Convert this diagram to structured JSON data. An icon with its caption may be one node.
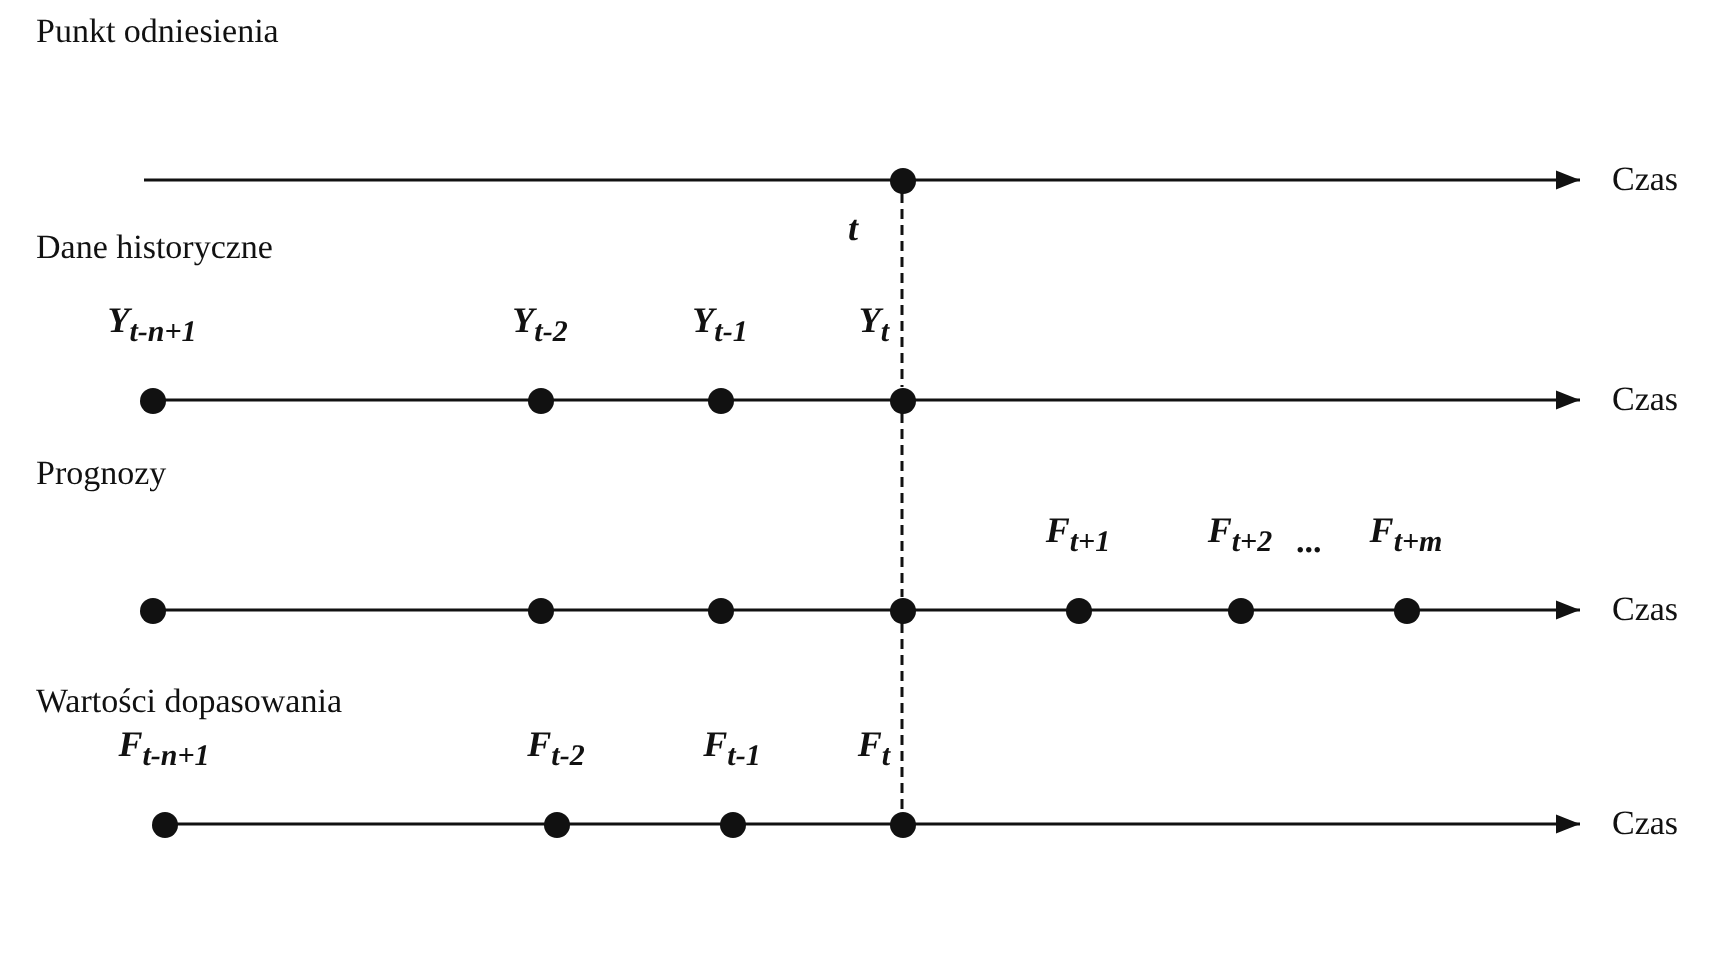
{
  "diagram": {
    "nodes": [
      {
        "text": [],
        "shape": "circle",
        "beside": [
          "t"
        ]
      },
      {
        "text": [
          "Y$_{t-n+1}$"
        ]
      },
      {
        "text": [
          "Y$_{t-2}$"
        ]
      },
      {
        "text": [
          "Y$_{t-1}$"
        ]
      },
      {
        "text": [
          "Y$_{t}$"
        ]
      },
      {
        "text": [],
        "shape": "circle"
      },
      {
        "text": [],
        "shape": "circle"
      },
      {
        "text": [],
        "shape": "circle"
      },
      {
        "text": [],
        "shape": "circle"
      },
      {
        "text": [
          "F$_{t+1}$"
        ]
      },
      {
        "text": [
          "F$_{t+2}$"
        ]
      },
      {
        "text": [
          "F$_{t+m}$"
        ]
      },
      {
        "text": [
          "F$_{t-n+1}$"
        ]
      },
      {
        "text": [
          "F$_{t-2}$"
        ]
      },
      {
        "text": [
          "F$_{t-1}$"
        ]
      },
      {
        "text": [
          "F$_{t}$"
        ]
      }
    ],
    "edges": [
      {
        "from": 0,
        "to": 4,
        "arrow": "none",
        "style": "dashed"
      },
      {
        "from": 4,
        "to": 8,
        "arrow": "none",
        "style": "dashed"
      },
      {
        "from": 8,
        "to": 15,
        "arrow": "none",
        "style": "dashed"
      }
    ],
    "labels": [
      "Punkt odniesienia",
      "Czas",
      "Dane historyczne",
      "Czas",
      "Prognozy",
      "...",
      "Czas",
      "Wartości dopasowania",
      "Czas"
    ]
  }
}
